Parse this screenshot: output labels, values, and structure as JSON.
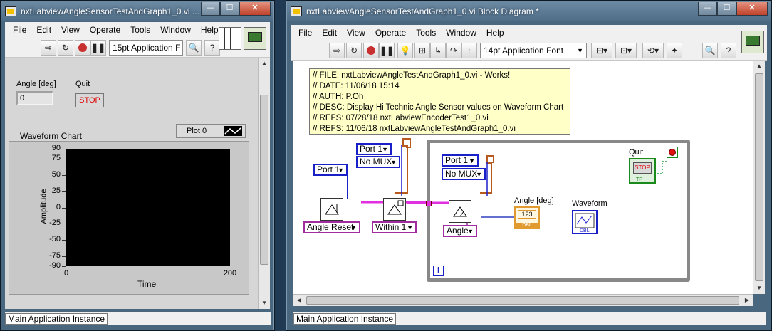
{
  "front_panel": {
    "title": "nxtLabviewAngleSensorTestAndGraph1_0.vi ...",
    "window_buttons": {
      "minimize": "—",
      "maximize": "☐",
      "close": "✕"
    },
    "menu": [
      "File",
      "Edit",
      "View",
      "Operate",
      "Tools",
      "Window",
      "Help"
    ],
    "font": "15pt Application F",
    "angle_label": "Angle [deg]",
    "angle_value": "0",
    "quit_label": "Quit",
    "stop_text": "STOP",
    "chart_title": "Waveform Chart",
    "legend_label": "Plot 0",
    "status": "Main Application Instance"
  },
  "block_diagram": {
    "title": "nxtLabviewAngleSensorTestAndGraph1_0.vi Block Diagram *",
    "window_buttons": {
      "minimize": "—",
      "maximize": "☐",
      "close": "✕"
    },
    "menu": [
      "File",
      "Edit",
      "View",
      "Operate",
      "Tools",
      "Window",
      "Help"
    ],
    "font": "14pt Application Font",
    "comment": [
      "// FILE: nxtLabviewAngleTestAndGraph1_0.vi - Works!",
      "// DATE: 11/06/18 15:14",
      "// AUTH: P.Oh",
      "// DESC: Display Hi Technic Angle Sensor values on Waveform Chart",
      "// REFS: 07/28/18 nxtLabviewEncoderTest1_0.vi",
      "// REFS: 11/06/18 nxtLabviewAngleTestAndGraph1_0.vi"
    ],
    "port1_a": "Port 1",
    "port1_b": "Port 1",
    "port1_c": "Port 1",
    "nomux_a": "No MUX",
    "nomux_b": "No MUX",
    "angle_reset": "Angle Reset",
    "within": "Within 1",
    "angle_mode": "Angle",
    "quit_label": "Quit",
    "stop_text": "STOP",
    "tf_text": "TF",
    "angle_ind_label": "Angle [deg]",
    "num_text": "123",
    "dbl_text": "DBL",
    "waveform_label": "Waveform",
    "iter_text": "i",
    "status": "Main Application Instance"
  },
  "chart_data": {
    "type": "line",
    "title": "Waveform Chart",
    "xlabel": "Time",
    "ylabel": "Amplitude",
    "xlim": [
      0,
      200
    ],
    "ylim": [
      -90,
      90
    ],
    "x_ticks": [
      "0",
      "200"
    ],
    "y_ticks": [
      "90",
      "75",
      "50",
      "25",
      "0",
      "-25",
      "-50",
      "-75",
      "-90"
    ],
    "y_tick_values": [
      90,
      75,
      50,
      25,
      0,
      -25,
      -50,
      -75,
      -90
    ],
    "series": [
      {
        "name": "Plot 0",
        "values": []
      }
    ],
    "background": "#000000"
  }
}
